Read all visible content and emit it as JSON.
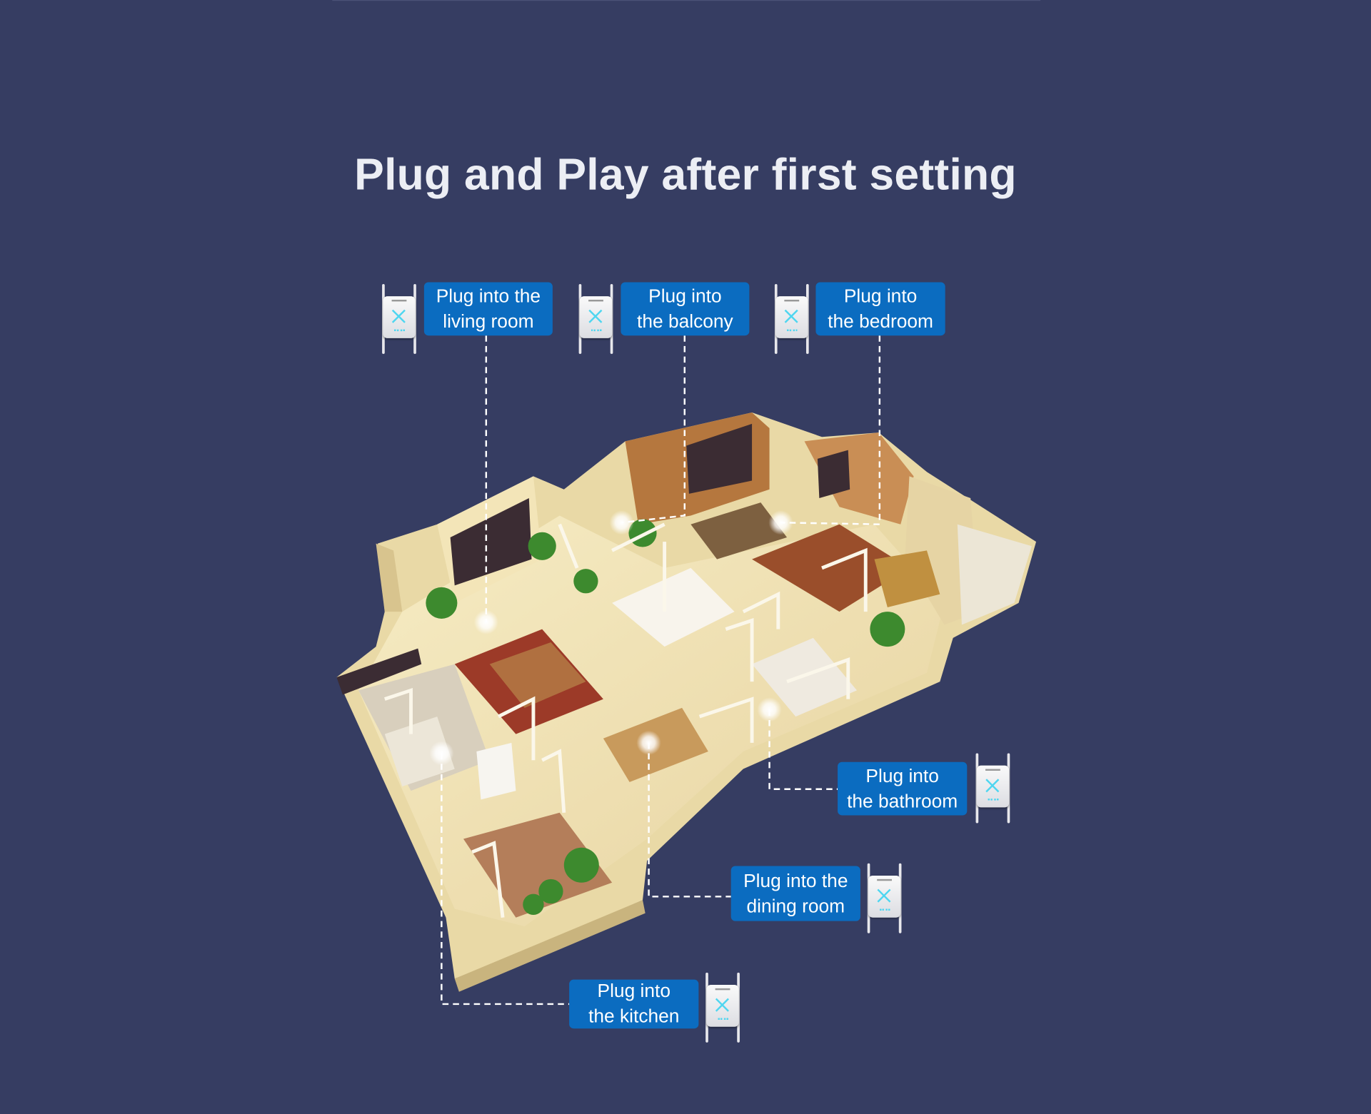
{
  "title": "Plug and Play after first setting",
  "locations": [
    {
      "id": "living-room",
      "line1": "Plug into the",
      "line2": "living room"
    },
    {
      "id": "balcony",
      "line1": "Plug into",
      "line2": "the balcony"
    },
    {
      "id": "bedroom",
      "line1": "Plug into",
      "line2": "the bedroom"
    },
    {
      "id": "bathroom",
      "line1": "Plug into",
      "line2": "the bathroom"
    },
    {
      "id": "dining-room",
      "line1": "Plug into the",
      "line2": "dining room"
    },
    {
      "id": "kitchen",
      "line1": "Plug into",
      "line2": "the kitchen"
    }
  ],
  "colors": {
    "background": "#363d62",
    "label": "#0b6cc0",
    "accent_led": "#4fd6f0"
  },
  "icons": {
    "router": "wifi-extender-icon",
    "location": "location-dot-icon"
  }
}
